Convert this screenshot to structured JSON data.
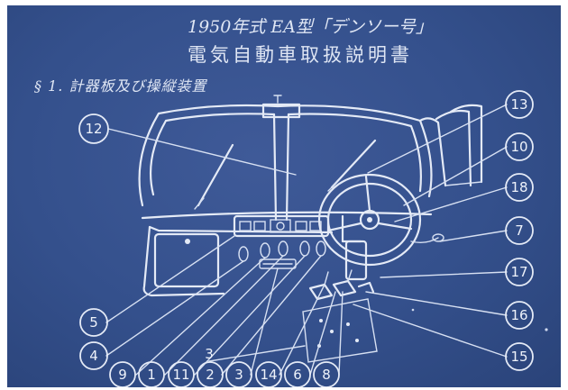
{
  "header": {
    "title_line1": "1950年式 EA型「デンソー号」",
    "title_line2": "電気自動車取扱説明書",
    "section_heading": "§ 1. 計器板及び操縦装置"
  },
  "callouts": [
    {
      "id": "12",
      "label": "12"
    },
    {
      "id": "13",
      "label": "13"
    },
    {
      "id": "10",
      "label": "10"
    },
    {
      "id": "18",
      "label": "18"
    },
    {
      "id": "7",
      "label": "7"
    },
    {
      "id": "17",
      "label": "17"
    },
    {
      "id": "16",
      "label": "16"
    },
    {
      "id": "15",
      "label": "15"
    },
    {
      "id": "5",
      "label": "5"
    },
    {
      "id": "4",
      "label": "4"
    },
    {
      "id": "3",
      "label": "3"
    },
    {
      "id": "9",
      "label": "9"
    },
    {
      "id": "1",
      "label": "1"
    },
    {
      "id": "11",
      "label": "11"
    },
    {
      "id": "2",
      "label": "2"
    },
    {
      "id": "3b",
      "label": "3"
    },
    {
      "id": "14",
      "label": "14"
    },
    {
      "id": "6",
      "label": "6"
    },
    {
      "id": "8",
      "label": "8"
    }
  ],
  "colors": {
    "paper": "#34508c",
    "ink": "#e4eaf6"
  }
}
